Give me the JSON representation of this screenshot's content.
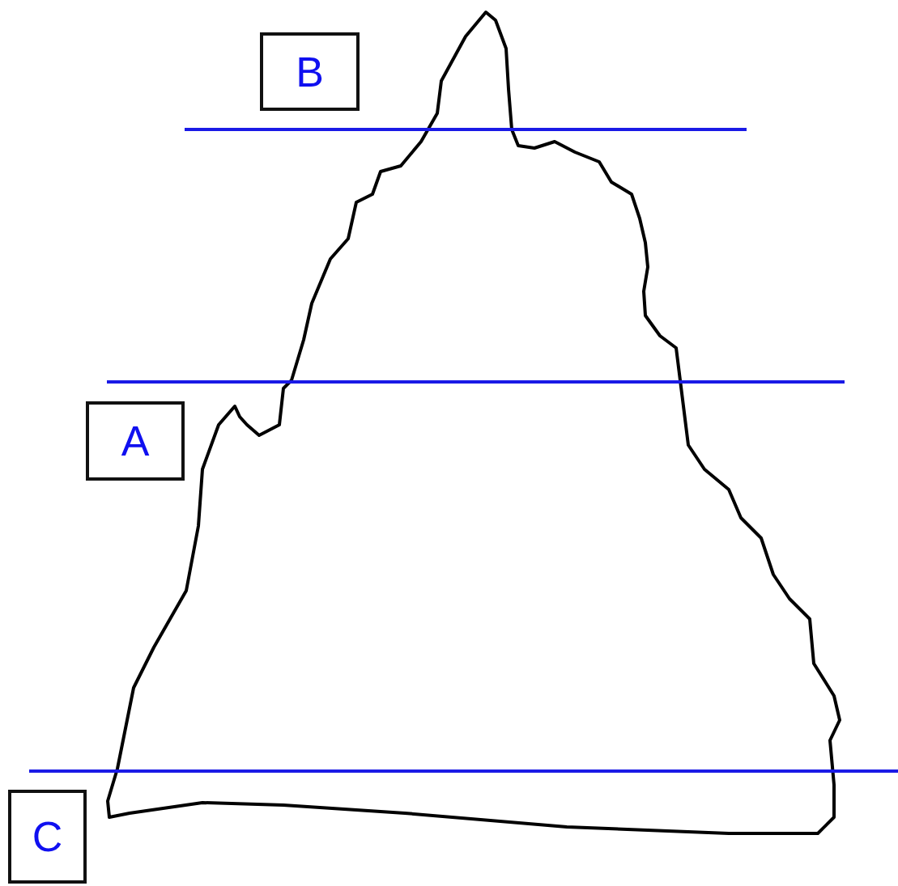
{
  "diagram": {
    "nodes": [
      {
        "text": [
          "B"
        ]
      },
      {
        "text": [
          "A"
        ]
      },
      {
        "text": [
          "C"
        ]
      }
    ]
  }
}
